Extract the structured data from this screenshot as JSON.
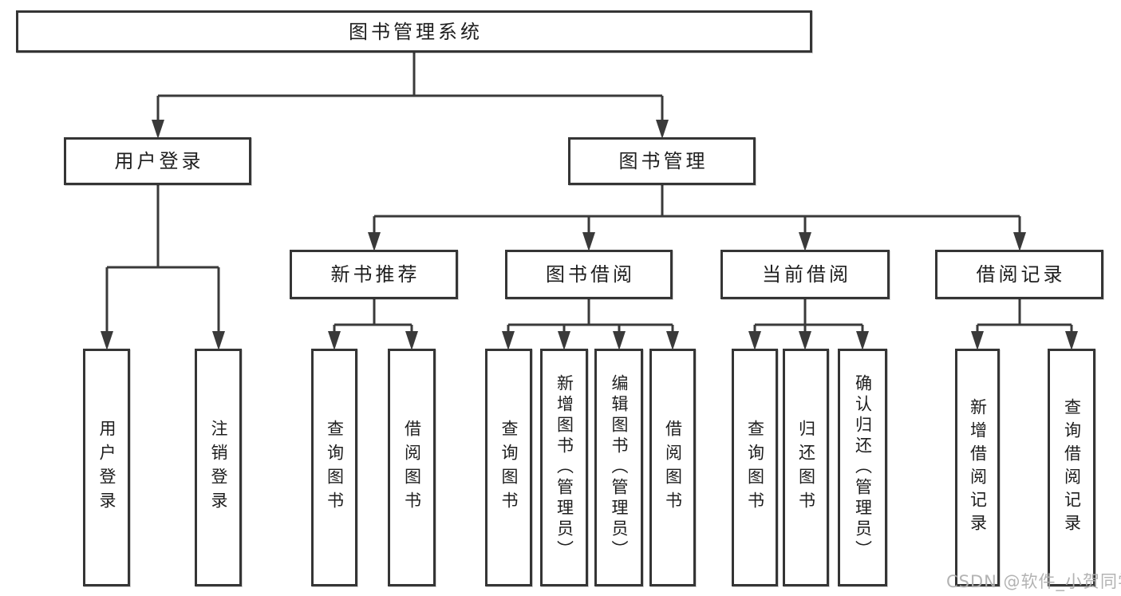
{
  "diagram": {
    "root": {
      "label": "图书管理系统"
    },
    "level2": [
      {
        "label": "用户登录"
      },
      {
        "label": "图书管理"
      }
    ],
    "level3": [
      {
        "label": "新书推荐"
      },
      {
        "label": "图书借阅"
      },
      {
        "label": "当前借阅"
      },
      {
        "label": "借阅记录"
      }
    ],
    "leaves": [
      {
        "label": "用户登录"
      },
      {
        "label": "注销登录"
      },
      {
        "label": "查询图书"
      },
      {
        "label": "借阅图书"
      },
      {
        "label": "查询图书"
      },
      {
        "label": "新增图书（管理员）"
      },
      {
        "label": "编辑图书（管理员）"
      },
      {
        "label": "借阅图书"
      },
      {
        "label": "查询图书"
      },
      {
        "label": "归还图书"
      },
      {
        "label": "确认归还（管理员）"
      },
      {
        "label": "新增借阅记录"
      },
      {
        "label": "查询借阅记录"
      }
    ],
    "colors": {
      "line": "#3a3a3a",
      "border": "#353535",
      "text": "#1e1e1e",
      "watermark": "#afafaf"
    },
    "watermark": "CSDN @软件_小贺同学"
  }
}
